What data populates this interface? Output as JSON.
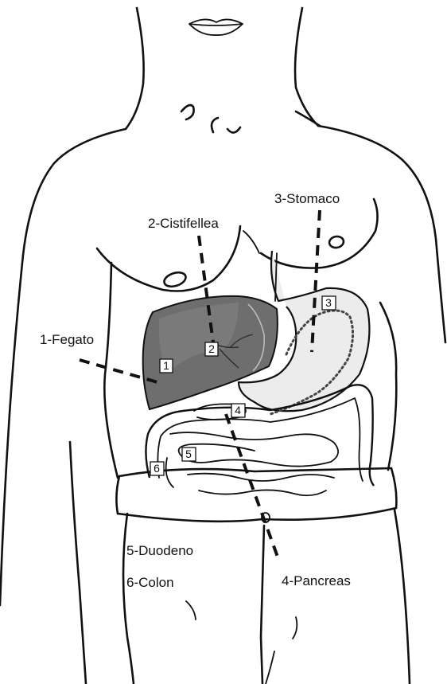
{
  "colors": {
    "ink": "#111111",
    "liver_fill": "#6e6e6e",
    "liver_highlight": "#9a9a9a",
    "organ_fill": "#e9e9e9",
    "background": "#ffffff"
  },
  "labels": {
    "fegato": "1-Fegato",
    "cistifellea": "2-Cistifellea",
    "stomaco": "3-Stomaco",
    "pancreas": "4-Pancreas",
    "duodeno": "5-Duodeno",
    "colon": "6-Colon"
  },
  "markers": {
    "m1": "1",
    "m2": "2",
    "m3": "3",
    "m4": "4",
    "m5": "5",
    "m6": "6"
  }
}
